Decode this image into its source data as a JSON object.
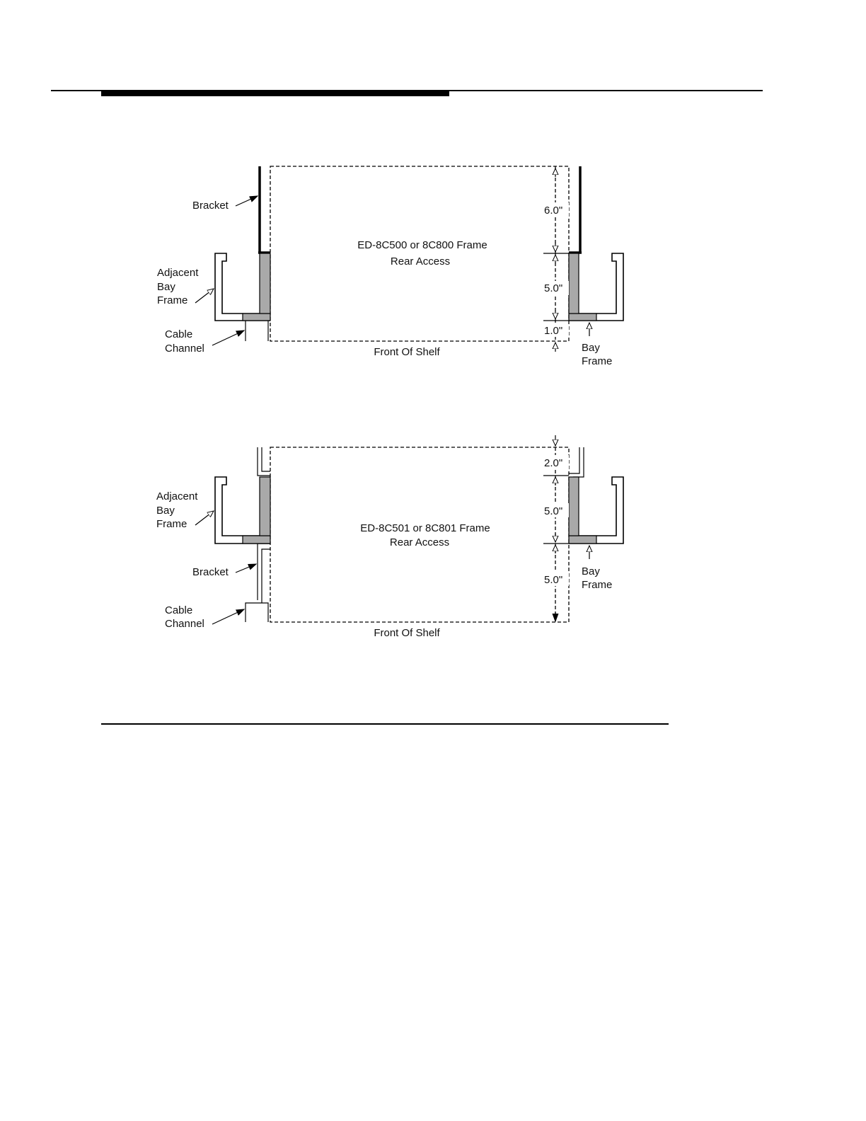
{
  "figure_top": {
    "title_line1": "ED-8C500 or 8C800 Frame",
    "title_line2": "Rear Access",
    "bracket": "Bracket",
    "adjacent_bay_frame": [
      "Adjacent",
      "Bay",
      "Frame"
    ],
    "cable_channel": [
      "Cable",
      "Channel"
    ],
    "bay_frame": [
      "Bay",
      "Frame"
    ],
    "front_of_shelf": "Front Of Shelf",
    "dims": [
      "6.0\"",
      "5.0\"",
      "1.0\""
    ]
  },
  "figure_bottom": {
    "title_line1": "ED-8C501 or 8C801 Frame",
    "title_line2": "Rear Access",
    "bracket": "Bracket",
    "adjacent_bay_frame": [
      "Adjacent",
      "Bay",
      "Frame"
    ],
    "cable_channel": [
      "Cable",
      "Channel"
    ],
    "bay_frame": [
      "Bay",
      "Frame"
    ],
    "front_of_shelf": "Front Of Shelf",
    "dims": [
      "2.0\"",
      "5.0\"",
      "5.0\""
    ]
  }
}
